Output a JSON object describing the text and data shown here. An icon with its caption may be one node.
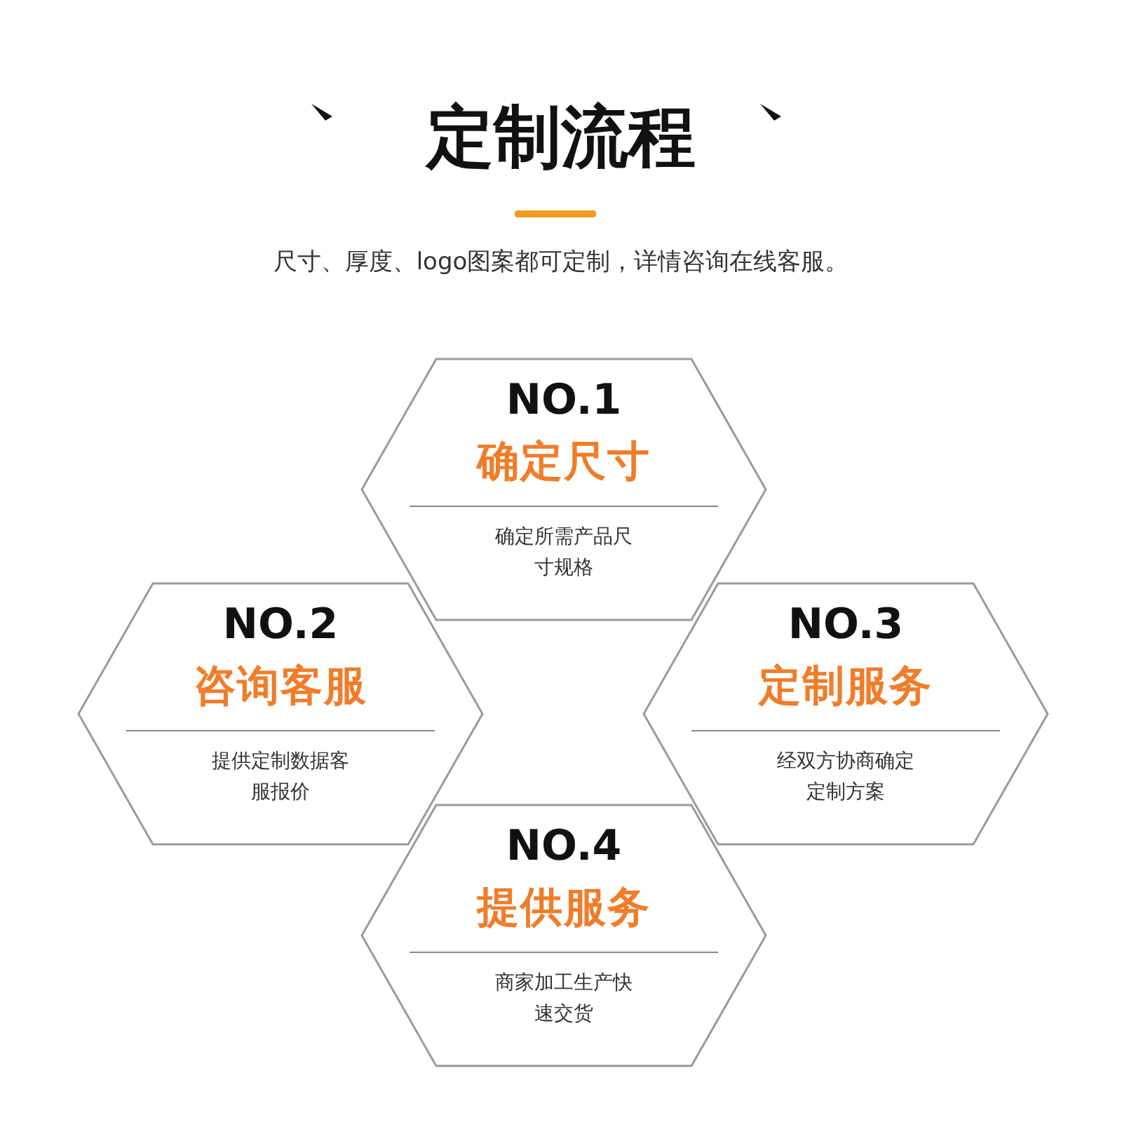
{
  "diagram": {
    "title": "定制流程",
    "nodes": [
      {
        "text": [
          "NO.1",
          "确定尺寸",
          "确定所需产品尺寸规格"
        ]
      },
      {
        "text": [
          "NO.2",
          "咨询客服",
          "提供定制数据客服报价"
        ]
      },
      {
        "text": [
          "NO.3",
          "定制服务",
          "经双方协商确定定制方案"
        ]
      },
      {
        "text": [
          "NO.4",
          "提供服务",
          "商家加工生产快速交货"
        ]
      }
    ],
    "labels": [
      "尺寸、厚度、logo图案都可定制，详情咨询在线客服。"
    ]
  }
}
